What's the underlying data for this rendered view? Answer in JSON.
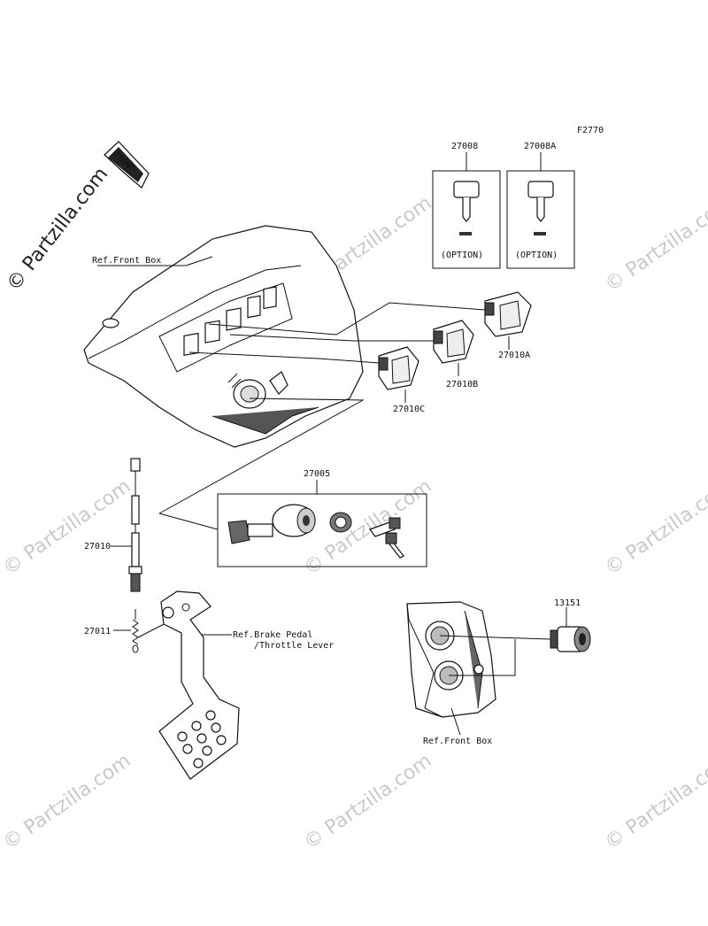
{
  "figure_code": "F2770",
  "watermark": "© Partzilla.com",
  "direction_arrow": "FRONT",
  "parts": {
    "key_a": "27008",
    "key_b": "27008A",
    "option_a": "(OPTION)",
    "option_b": "(OPTION)",
    "switch_a": "27010A",
    "switch_b": "27010B",
    "switch_c": "27010C",
    "ignition_assy": "27005",
    "brake_switch": "27010",
    "spring": "27011",
    "socket": "13151"
  },
  "refs": {
    "front_box_top": "Ref.Front Box",
    "brake_pedal_line1": "Ref.Brake Pedal",
    "brake_pedal_line2": "/Throttle Lever",
    "front_box_bottom": "Ref.Front Box"
  }
}
